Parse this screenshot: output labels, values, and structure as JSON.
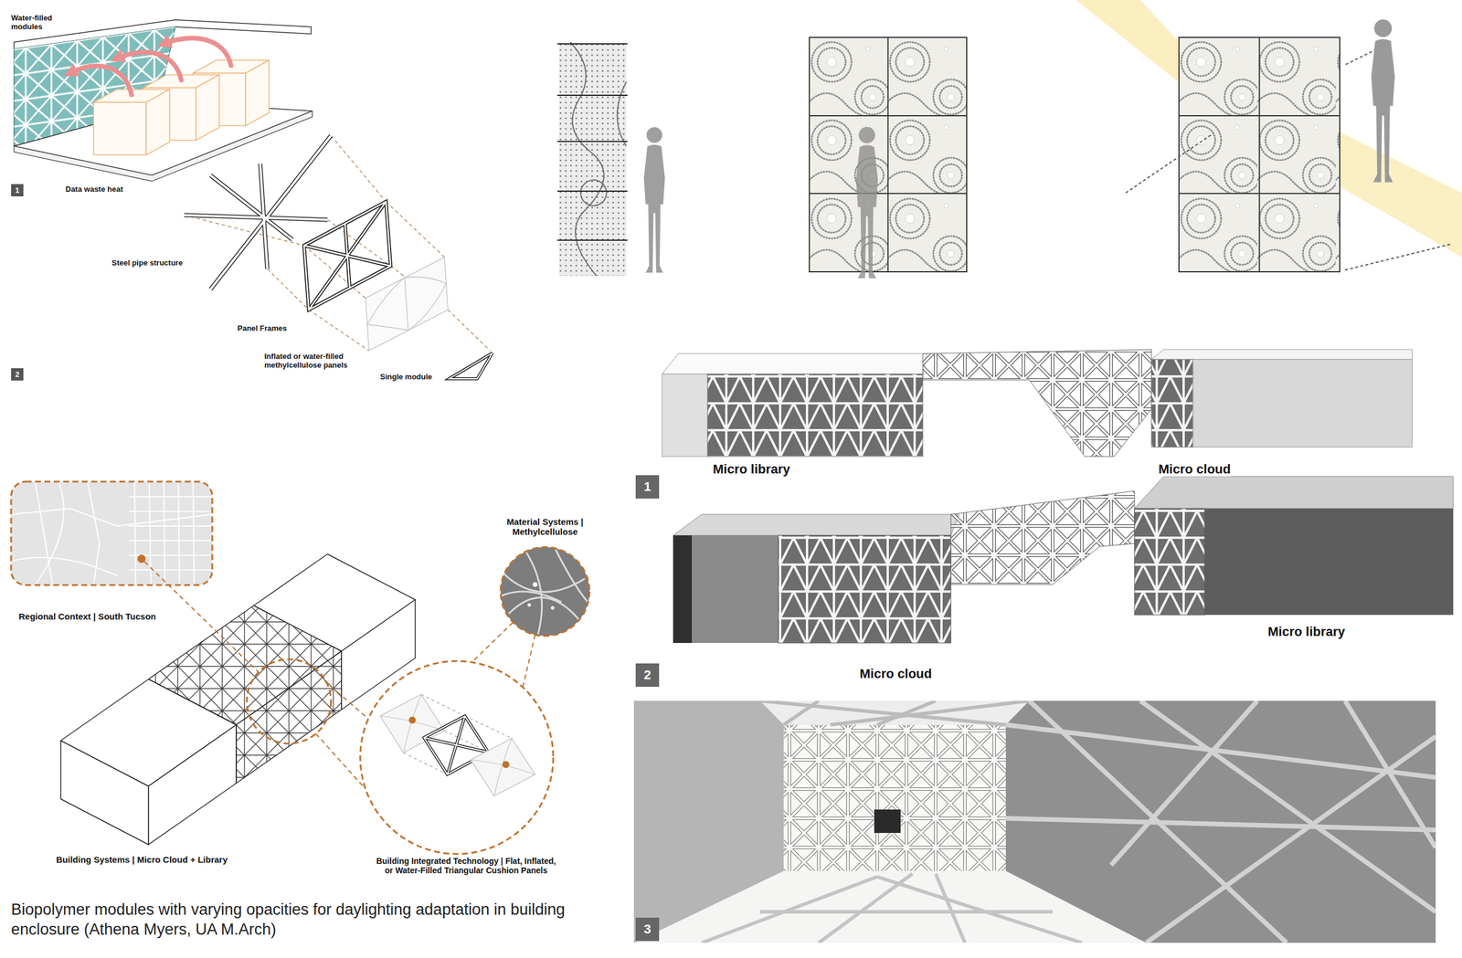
{
  "diagram": {
    "caption": "Biopolymer modules with varying opacities for daylighting adaptation in building enclosure (Athena Myers, UA M.Arch)",
    "nodes": [
      {
        "text": [
          "1"
        ]
      },
      {
        "text": [
          "2"
        ]
      },
      {
        "text": [
          "1"
        ]
      },
      {
        "text": [
          "2"
        ]
      },
      {
        "text": [
          "3"
        ]
      }
    ],
    "labels": [
      "Water-filled modules",
      "Data waste heat",
      "Steel pipe structure",
      "Panel Frames",
      "Inflated or water-filled methylcellulose panels",
      "Single module",
      "Micro library",
      "Micro cloud",
      "Material Systems | Methylcellulose",
      "Regional Context | South Tucson",
      "Micro cloud",
      "Micro library",
      "Building Systems | Micro Cloud + Library",
      "Building Integrated Technology | Flat, Inflated, or Water-Filled Triangular Cushion Panels"
    ]
  }
}
